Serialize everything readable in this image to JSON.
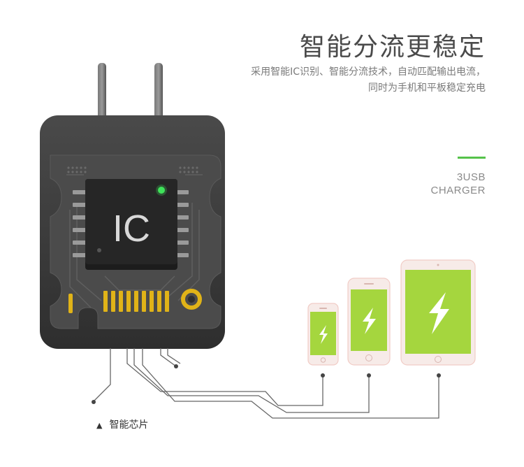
{
  "headline": "智能分流更稳定",
  "description": {
    "line1": "采用智能IC识别、智能分流技术，自动匹配输出电流，",
    "line2": "同时为手机和平板稳定充电"
  },
  "badge": {
    "line1": "3USB",
    "line2": "CHARGER"
  },
  "chip": {
    "label": "IC",
    "caption_marker": "▲",
    "caption": "智能芯片"
  },
  "colors": {
    "accent": "#55c24a",
    "screen": "#a5d63e",
    "body": "#3a3a3a",
    "pcb": "#4b4b4b",
    "gold": "#e0b318",
    "led": "#3fe35a",
    "device_frame": "#f1ccc6"
  },
  "icons": {
    "charging": "lightning-bolt-icon",
    "indicator": "triangle-up-icon"
  }
}
